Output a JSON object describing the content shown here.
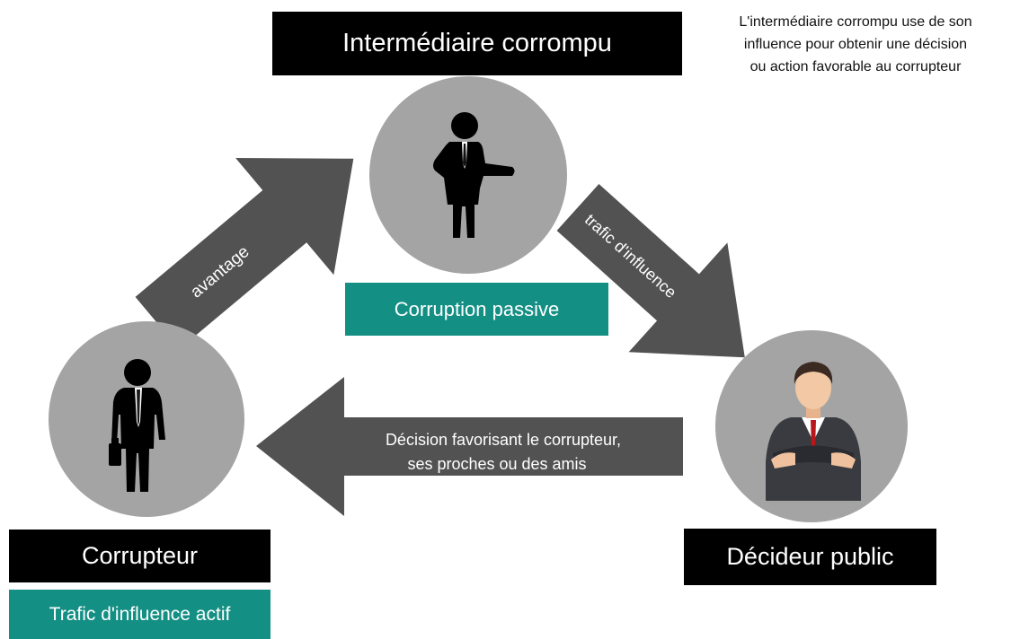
{
  "title": "Intermédiaire corrompu",
  "description_lines": [
    "L'intermédiaire corrompu use de son",
    "influence pour obtenir une décision",
    "ou action favorable au corrupteur"
  ],
  "nodes": {
    "intermediaire": {
      "label": "Intermédiaire corrompu",
      "badge": "Corruption passive"
    },
    "corrupteur": {
      "label": "Corrupteur",
      "badge": "Trafic d'influence actif"
    },
    "decideur": {
      "label": "Décideur public"
    }
  },
  "arrows": {
    "avantage": "avantage",
    "trafic": "trafic d'influence",
    "decision_lines": [
      "Décision favorisant le corrupteur,",
      "ses proches ou des amis"
    ]
  },
  "colors": {
    "circle": "#a4a4a4",
    "arrow": "#525252",
    "teal": "#148f84",
    "black": "#000000"
  },
  "icons": {
    "intermediaire": "businessman-pointing-icon",
    "corrupteur": "businessman-with-briefcase-icon",
    "decideur": "businessman-arms-crossed-icon"
  }
}
